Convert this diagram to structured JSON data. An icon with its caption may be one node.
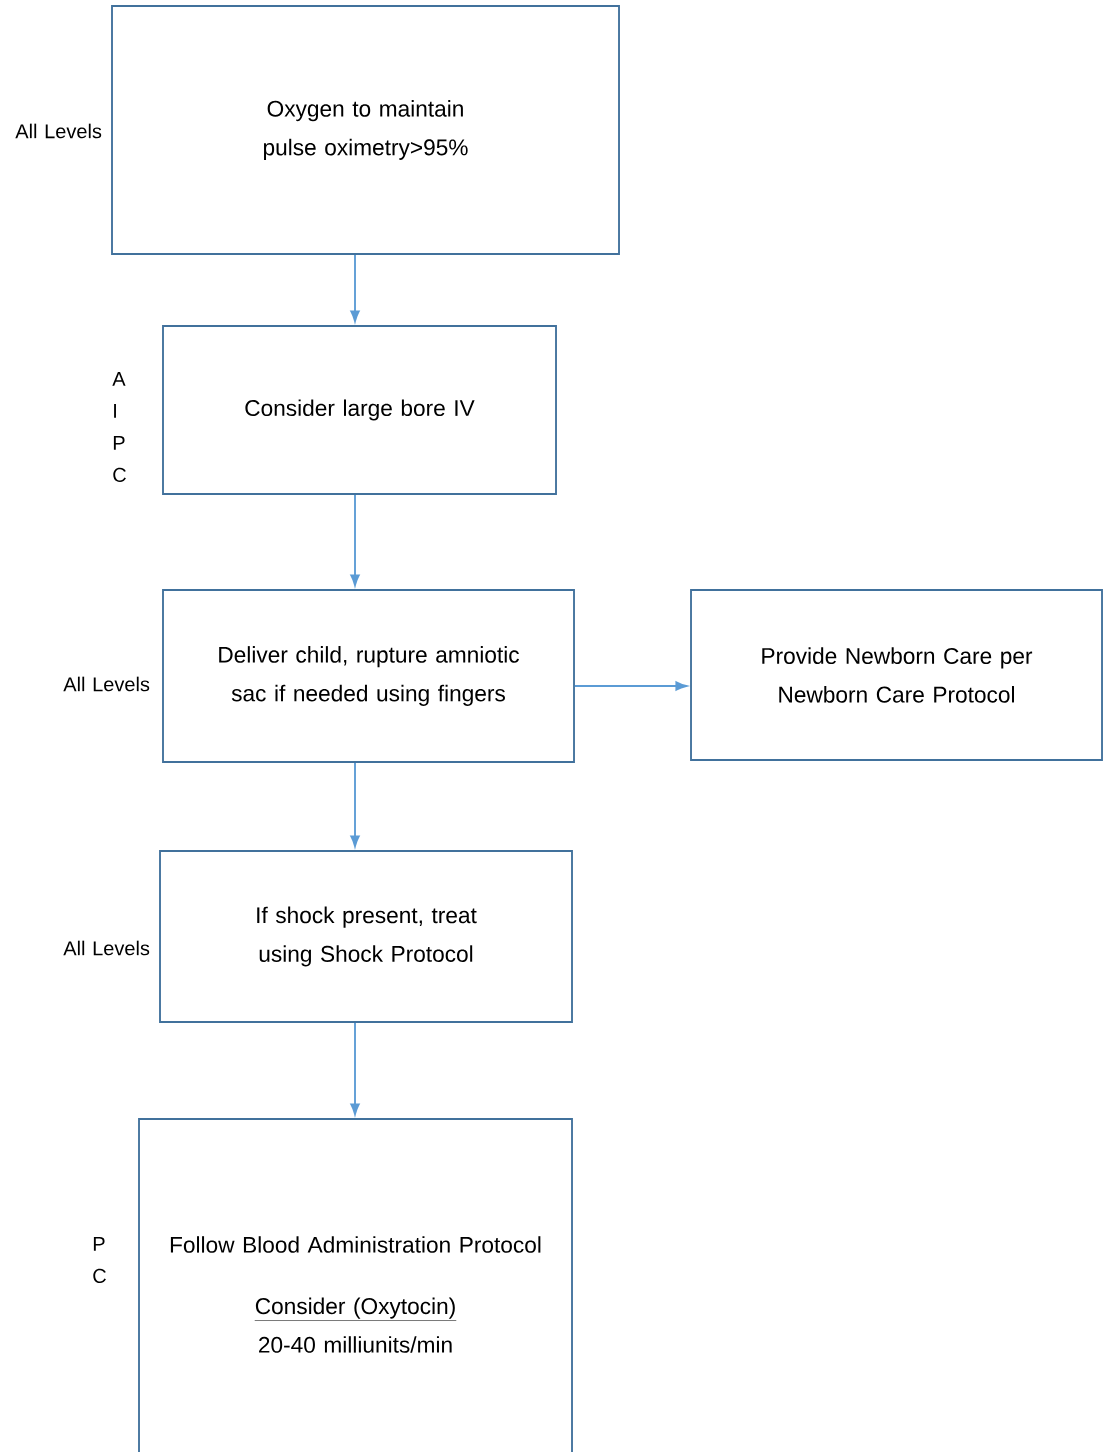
{
  "diagram": {
    "nodes": [
      {
        "text": [
          "Oxygen to maintain pulse oximetry>95%"
        ],
        "beside": [
          "All Levels"
        ]
      },
      {
        "text": [
          "Consider large bore IV"
        ],
        "beside": [
          "A I P C"
        ]
      },
      {
        "text": [
          "Deliver child, rupture amniotic sac if needed using fingers"
        ],
        "beside": [
          "All Levels"
        ]
      },
      {
        "text": [
          "Provide Newborn Care per Newborn Care Protocol"
        ]
      },
      {
        "text": [
          "If shock present, treat using Shock Protocol"
        ],
        "beside": [
          "All Levels"
        ]
      },
      {
        "text": [
          "Follow Blood Administration Protocol",
          "Consider (Oxytocin)",
          "20-40 milliunits/min"
        ],
        "beside": [
          "P C"
        ]
      }
    ],
    "edges": [
      {
        "from": 0,
        "to": 1,
        "arrow": "to"
      },
      {
        "from": 1,
        "to": 2,
        "arrow": "to"
      },
      {
        "from": 2,
        "to": 3,
        "arrow": "to"
      },
      {
        "from": 2,
        "to": 4,
        "arrow": "to"
      },
      {
        "from": 4,
        "to": 5,
        "arrow": "to"
      }
    ]
  }
}
